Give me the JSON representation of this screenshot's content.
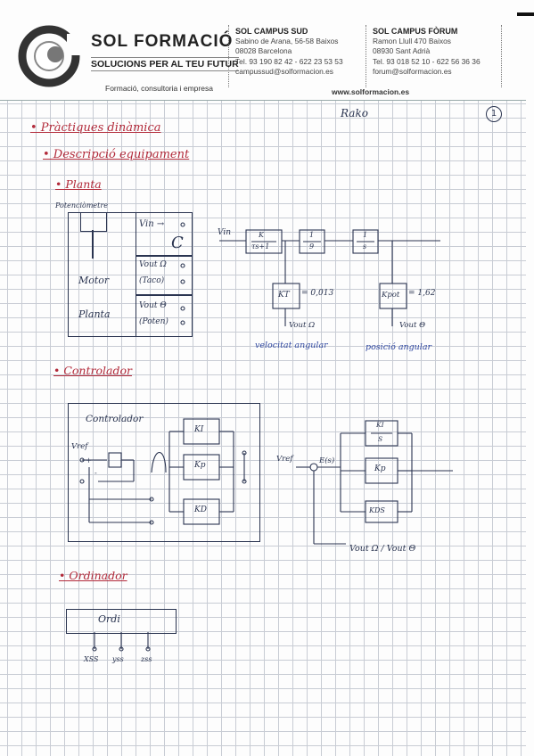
{
  "header": {
    "brand": "SOL FORMACIÓ",
    "tagline": "SOLUCIONS PER AL TEU FUTUR",
    "subtag": "Formació, consultoria i empresa",
    "sud": {
      "title": "SOL CAMPUS SUD",
      "lines": [
        "Sabino de Arana, 56-58 Baixos",
        "08028 Barcelona",
        "Tel. 93 190 82 42 - 622 23 53 53",
        "campussud@solformacion.es"
      ]
    },
    "forum": {
      "title": "SOL CAMPUS FÒRUM",
      "lines": [
        "Ramon Llull 470 Baixos",
        "08930 Sant Adrià",
        "Tel. 93 018 52 10 - 622 56 36 36",
        "forum@solformacion.es"
      ]
    },
    "website": "www.solformacion.es"
  },
  "page": {
    "number": "1",
    "author": "Rako"
  },
  "notes": {
    "title": "• Pràctiques dinàmica",
    "equipment": "• Descripció equipament",
    "plant": "• Planta",
    "controller": "• Controlador",
    "computer": "• Ordinador"
  },
  "plant_box": {
    "potentiometer": "Potenciòmetre",
    "vin": "Vin →",
    "motor": "Motor",
    "plant": "Planta",
    "vout_omega": "Vout Ω",
    "tacho": "(Taco)",
    "vout_theta": "Vout Θ",
    "poten": "(Poten)"
  },
  "block_diagram": {
    "vin": "Vin",
    "tf_num": "K",
    "tf_den": "τs+1",
    "int1_num": "1",
    "int1_den": "9",
    "int2_num": "1",
    "int2_den": "s",
    "kt": "KT",
    "kt_value": "= 0,013",
    "kpot": "Kpot",
    "kpot_value": "= 1,62",
    "vout_omega": "Vout Ω",
    "vout_theta": "Vout Θ",
    "speed_label": "velocitat angular",
    "position_label": "posició angular"
  },
  "controller_box": {
    "title": "Controlador",
    "vref": "Vref",
    "plus": "+",
    "minus": "-",
    "ki": "KI",
    "kp": "Kp",
    "kd": "KD"
  },
  "pid": {
    "vref": "Vref",
    "error": "E(s)",
    "ki_num": "KI",
    "ki_den": "S",
    "kp": "Kp",
    "kd": "KDS",
    "feedback": "Vout Ω / Vout Θ"
  },
  "computer": {
    "box_label": "Ordi",
    "ports": [
      "XSS",
      "yss",
      "zss"
    ]
  }
}
